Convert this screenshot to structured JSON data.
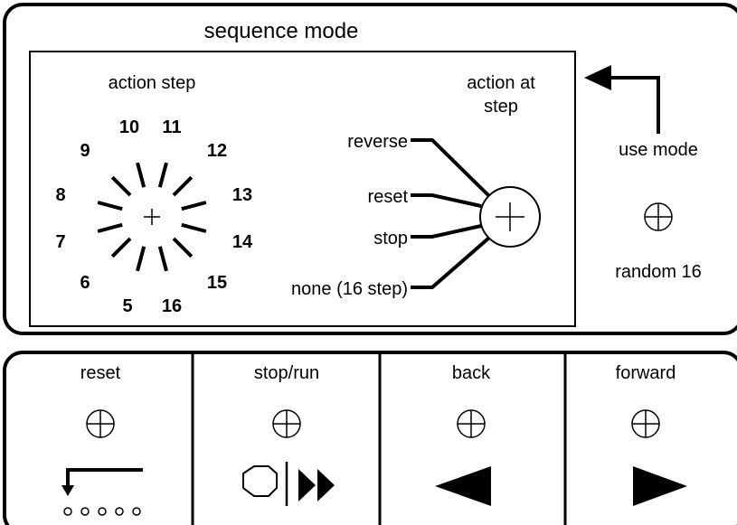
{
  "sequence_mode": {
    "title": "sequence mode",
    "action_step_label": "action step",
    "action_at_step_label_line1": "action at",
    "action_at_step_label_line2": "step",
    "step_numbers": [
      "5",
      "6",
      "7",
      "8",
      "9",
      "10",
      "11",
      "12",
      "13",
      "14",
      "15",
      "16"
    ],
    "actions": [
      "reverse",
      "reset",
      "stop",
      "none (16 step)"
    ],
    "use_mode_label": "use mode",
    "random_label": "random 16"
  },
  "buttons": [
    {
      "label": "reset",
      "icon": "reset-arrow-icon"
    },
    {
      "label": "stop/run",
      "icon": "stop-run-icon"
    },
    {
      "label": "back",
      "icon": "left-triangle-icon"
    },
    {
      "label": "forward",
      "icon": "right-triangle-icon"
    }
  ]
}
